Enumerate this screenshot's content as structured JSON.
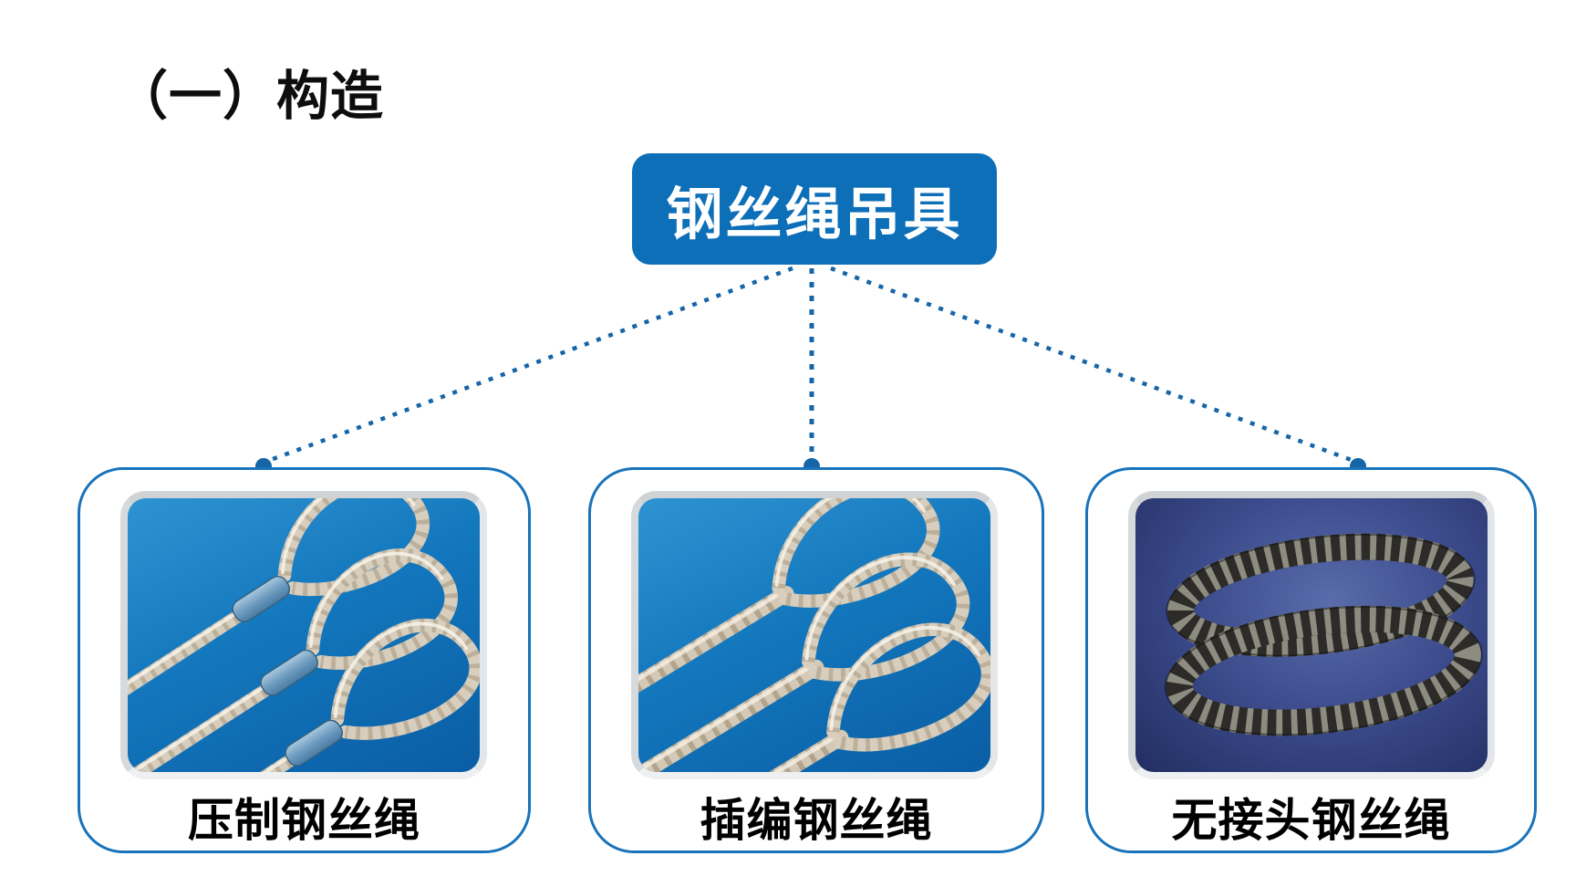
{
  "slide": {
    "title": {
      "text": "（一）构造",
      "color": "#0d0d0d"
    },
    "background_color": "#ffffff"
  },
  "hierarchy": {
    "root": {
      "label": "钢丝绳吊具",
      "background_color": "#0d6fb8",
      "text_color": "#ffffff"
    },
    "connector": {
      "style": "dotted",
      "color": "#1565a8",
      "endpoint": "filled-dot"
    },
    "card_style": {
      "border_color": "#1873bb",
      "background_color": "#ffffff"
    },
    "children": [
      {
        "label": "压制钢丝绳",
        "image_name": "pressed-wire-rope-photo",
        "photo_background": "#1377bd"
      },
      {
        "label": "插编钢丝绳",
        "image_name": "spliced-wire-rope-photo",
        "photo_background": "#1377bd"
      },
      {
        "label": "无接头钢丝绳",
        "image_name": "endless-wire-rope-photo",
        "photo_background": "#3d4d8e"
      }
    ]
  }
}
